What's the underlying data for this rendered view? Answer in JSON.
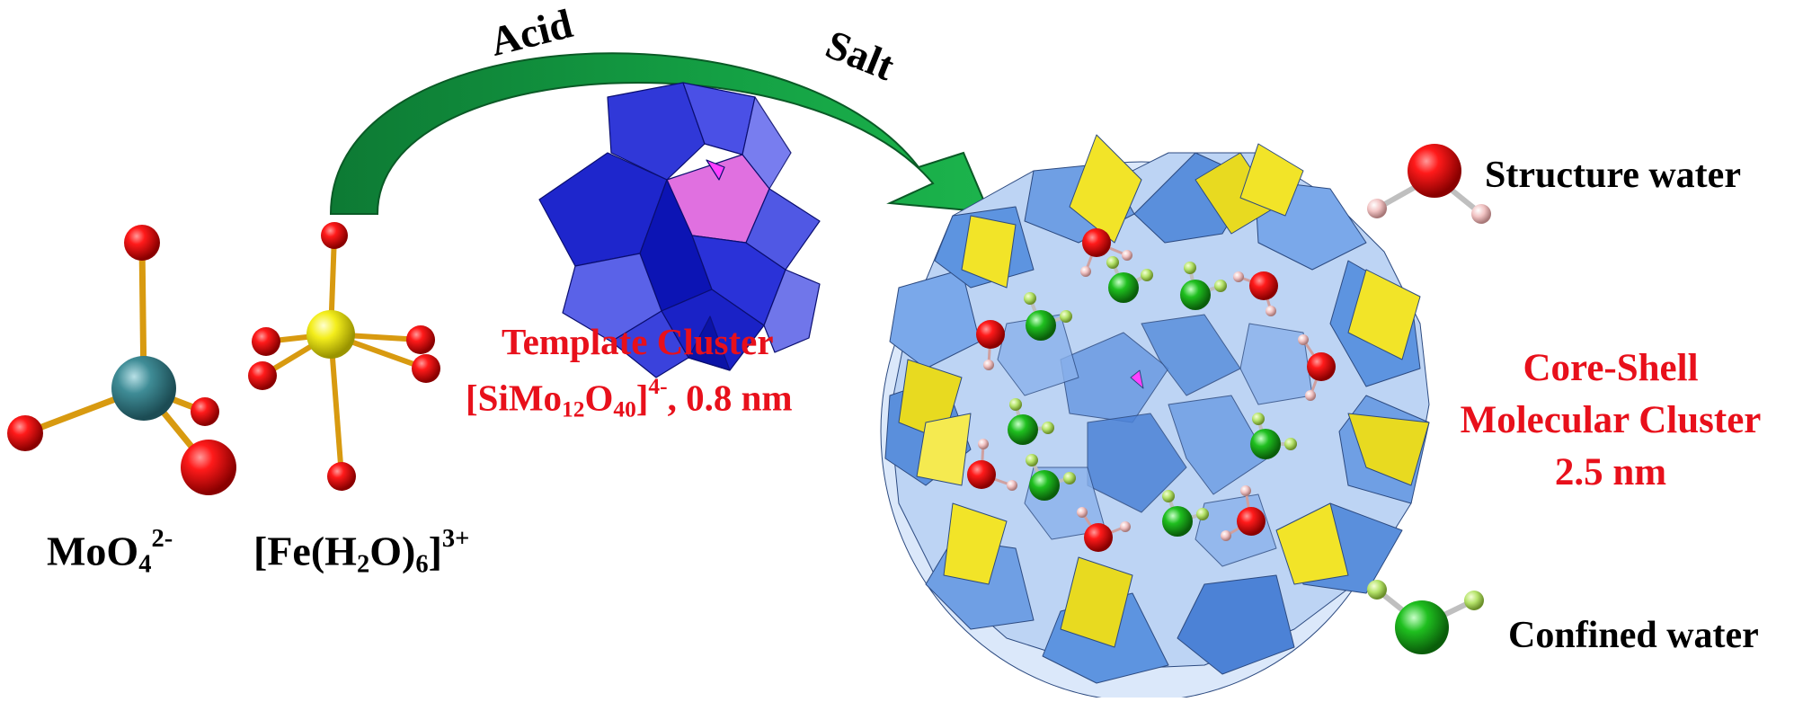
{
  "arrow": {
    "label_left": "Acid",
    "label_right": "Salt",
    "color": "#0f9a3c"
  },
  "species": {
    "molybdate": {
      "base": "MoO",
      "sub": "4",
      "sup": "2-"
    },
    "iron_complex": {
      "open": "[Fe(H",
      "sub1": "2",
      "mid": "O)",
      "sub2": "6",
      "close": "]",
      "sup": "3+"
    }
  },
  "template": {
    "title": "Template Cluster",
    "formula_open": "[SiMo",
    "formula_sub1": "12",
    "formula_o": "O",
    "formula_sub2": "40",
    "formula_close": "]",
    "formula_sup": "4-",
    "size": ", 0.8 nm",
    "color": "#e8101b"
  },
  "product": {
    "line1": "Core-Shell",
    "line2": "Molecular Cluster",
    "line3": "2.5 nm",
    "color": "#e8101b"
  },
  "legend": {
    "structure_water": "Structure water",
    "confined_water": "Confined water"
  },
  "colors": {
    "oxygen": "#e30000",
    "iron": "#f2ee1c",
    "molybdenum": "#3f8c96",
    "confined_o": "#1fbf1f",
    "h_pink": "#f2c4c4",
    "h_green": "#b5e36a",
    "shell_blue": "#5d94e0",
    "shell_yellow": "#f2e428",
    "template_blue": "#1a22d6"
  }
}
